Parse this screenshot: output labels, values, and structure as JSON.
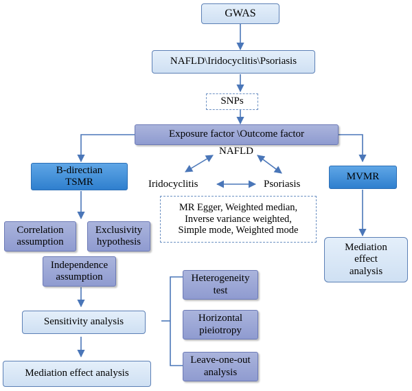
{
  "nodes": {
    "gwas": "GWAS",
    "diseases": "NAFLD\\Iridocyclitis\\Psoriasis",
    "snps": "SNPs",
    "exposure": "Exposure factor \\Outcome factor",
    "bidirectional_line1": "B-directian",
    "bidirectional_line2": "TSMR",
    "mvmr": "MVMR",
    "nafld": "NAFLD",
    "iridocyclitis": "Iridocyclitis",
    "psoriasis": "Psoriasis",
    "methods_line1": "MR Egger, Weighted median,",
    "methods_line2": "Inverse variance weighted,",
    "methods_line3": "Simple mode, Weighted mode",
    "correlation_line1": "Correlation",
    "correlation_line2": "assumption",
    "exclusivity_line1": "Exclusivity",
    "exclusivity_line2": "hypothesis",
    "independence_line1": "Independence",
    "independence_line2": "assumption",
    "sensitivity": "Sensitivity analysis",
    "mediation_left": "Mediation effect analysis",
    "mediation_right_line1": "Mediation",
    "mediation_right_line2": "effect",
    "mediation_right_line3": "analysis",
    "heterogeneity_line1": "Heterogeneity",
    "heterogeneity_line2": "test",
    "pleiotropy_line1": "Horizontal",
    "pleiotropy_line2": "pieiotropy",
    "loo_line1": "Leave-one-out",
    "loo_line2": "analysis"
  },
  "colors": {
    "arrow": "#4a76b8",
    "light_box": "#d9e7f7",
    "lavender_box": "#9ca7d6",
    "blue_box": "#3f8bd8"
  }
}
